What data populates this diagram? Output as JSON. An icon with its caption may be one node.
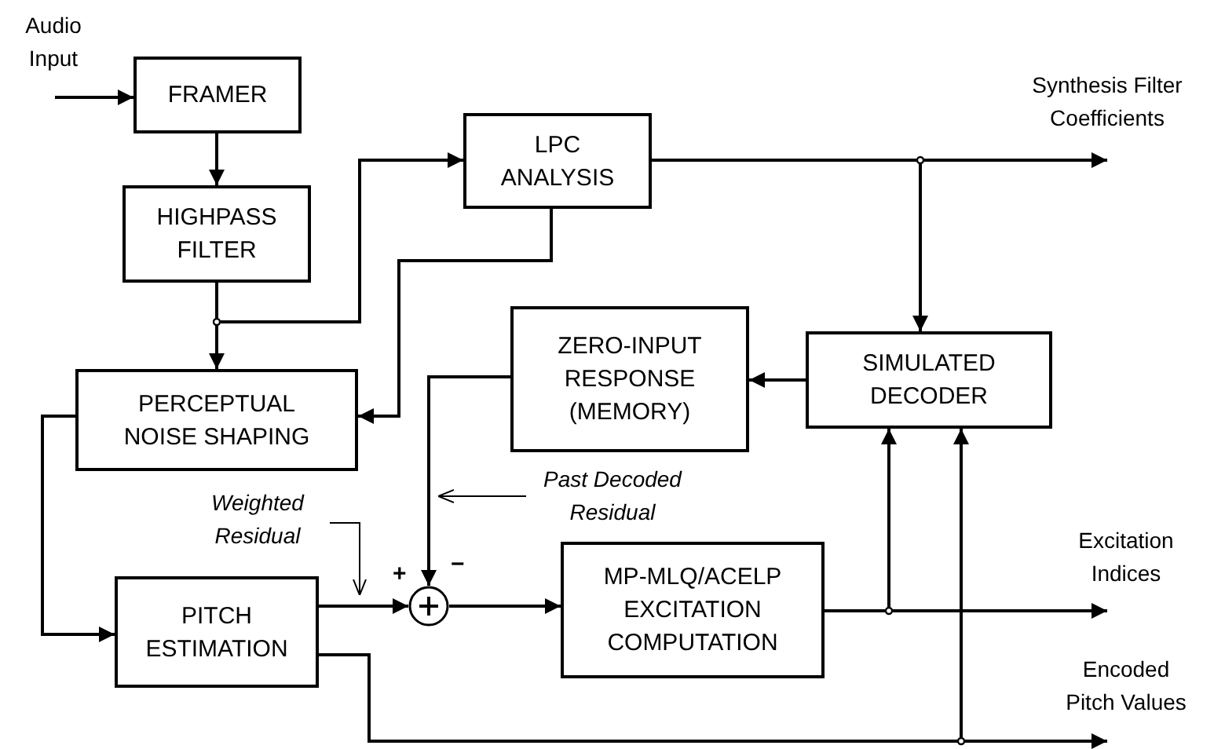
{
  "diagram": {
    "nodes": [
      {
        "text": [
          "Audio Input"
        ]
      },
      {
        "text": [
          "FRAMER"
        ]
      },
      {
        "text": [
          "HIGHPASS FILTER"
        ]
      },
      {
        "text": [
          "LPC ANALYSIS"
        ]
      },
      {
        "text": [
          "PERCEPTUAL NOISE SHAPING"
        ]
      },
      {
        "text": [
          "ZERO-INPUT RESPONSE (MEMORY)"
        ]
      },
      {
        "text": [
          "SIMULATED DECODER"
        ]
      },
      {
        "text": [
          "PITCH ESTIMATION"
        ]
      },
      {
        "text": [],
        "shape": "circle"
      },
      {
        "text": [
          "MP-MLQ/ACELP EXCITATION COMPUTATION"
        ]
      },
      {
        "text": [
          "Synthesis Filter Coefficients"
        ]
      },
      {
        "text": [
          "Excitation Indices"
        ]
      },
      {
        "text": [
          "Encoded Pitch Values"
        ]
      },
      {
        "text": [
          "Weighted Residual"
        ]
      },
      {
        "text": [
          "Past Decoded Residual"
        ]
      }
    ],
    "edges": [
      {
        "from": 0,
        "to": 1,
        "arrow": "to"
      },
      {
        "from": 1,
        "to": 2,
        "arrow": "to"
      },
      {
        "from": 2,
        "to": 4,
        "arrow": "to"
      },
      {
        "from": 2,
        "to": 3,
        "arrow": "to"
      },
      {
        "from": 3,
        "to": 10,
        "arrow": "to"
      },
      {
        "from": 3,
        "to": 6,
        "arrow": "to"
      },
      {
        "from": 3,
        "to": 4,
        "arrow": "to"
      },
      {
        "from": 6,
        "to": 5,
        "arrow": "to"
      },
      {
        "from": 5,
        "to": 8,
        "arrow": "to"
      },
      {
        "from": 4,
        "to": 7,
        "arrow": "to"
      },
      {
        "from": 7,
        "to": 8,
        "arrow": "to"
      },
      {
        "from": 8,
        "to": 9,
        "arrow": "to"
      },
      {
        "from": 9,
        "to": 11,
        "arrow": "to"
      },
      {
        "from": 9,
        "to": 6,
        "arrow": "to"
      },
      {
        "from": 7,
        "to": 12,
        "arrow": "to"
      },
      {
        "from": 7,
        "to": 6,
        "arrow": "to"
      },
      {
        "from": 13,
        "to": null,
        "arrow": "to"
      },
      {
        "from": 14,
        "to": null,
        "arrow": "to"
      }
    ],
    "labels": [
      "+",
      "−"
    ]
  }
}
